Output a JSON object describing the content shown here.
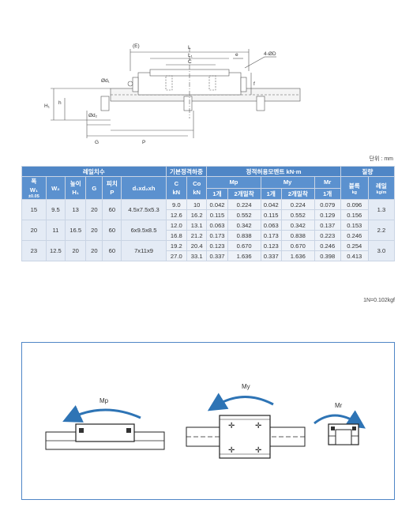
{
  "drawing": {
    "labels": {
      "e_paren": "(E)",
      "L": "L",
      "L1": "L₁",
      "C": "C",
      "e": "e",
      "hole_4d": "4-ØD",
      "d1": "Ød₁",
      "d2": "Ød₂",
      "H1": "H₁",
      "h": "h",
      "G": "G",
      "P": "P",
      "f": "f"
    }
  },
  "unit_note": "단위 : mm",
  "table": {
    "header": {
      "rail_dims": "레일치수",
      "basic_load": "기본정격하중",
      "static_moment": "정적허용모멘트 kN·m",
      "mass": "질량",
      "width_main": "폭",
      "width_sub": "W₁",
      "width_tol": "±0.05",
      "w2": "W₂",
      "height_main": "높이",
      "height_sub": "H₁",
      "g": "G",
      "pitch_main": "피치",
      "pitch_sub": "P",
      "dxdxh": "d₁xd₂xh",
      "c_main": "C",
      "c_unit": "kN",
      "c0_main": "Co",
      "c0_unit": "kN",
      "mp": "Mp",
      "my": "My",
      "mr": "Mr",
      "one": "1개",
      "two": "2개밀착",
      "mr_one": "1개",
      "block_main": "블록",
      "block_unit": "kg",
      "rail_main": "레일",
      "rail_unit": "kg/m"
    },
    "groups": [
      {
        "w1": "15",
        "w2": "9.5",
        "h1": "13",
        "g": "20",
        "p": "60",
        "dxh": "4.5x7.5x5.3",
        "rail_kg": "1.3",
        "rows": [
          {
            "c": "9.0",
            "c0": "10",
            "mp1": "0.042",
            "mp2": "0.224",
            "my1": "0.042",
            "my2": "0.224",
            "mr": "0.079",
            "block": "0.096"
          },
          {
            "c": "12.6",
            "c0": "16.2",
            "mp1": "0.115",
            "mp2": "0.552",
            "my1": "0.115",
            "my2": "0.552",
            "mr": "0.129",
            "block": "0.156"
          }
        ]
      },
      {
        "w1": "20",
        "w2": "11",
        "h1": "16.5",
        "g": "20",
        "p": "60",
        "dxh": "6x9.5x8.5",
        "rail_kg": "2.2",
        "rows": [
          {
            "c": "12.0",
            "c0": "13.1",
            "mp1": "0.063",
            "mp2": "0.342",
            "my1": "0.063",
            "my2": "0.342",
            "mr": "0.137",
            "block": "0.153"
          },
          {
            "c": "16.8",
            "c0": "21.2",
            "mp1": "0.173",
            "mp2": "0.838",
            "my1": "0.173",
            "my2": "0.838",
            "mr": "0.223",
            "block": "0.246"
          }
        ]
      },
      {
        "w1": "23",
        "w2": "12.5",
        "h1": "20",
        "g": "20",
        "p": "60",
        "dxh": "7x11x9",
        "rail_kg": "3.0",
        "rows": [
          {
            "c": "19.2",
            "c0": "20.4",
            "mp1": "0.123",
            "mp2": "0.670",
            "my1": "0.123",
            "my2": "0.670",
            "mr": "0.246",
            "block": "0.254"
          },
          {
            "c": "27.0",
            "c0": "33.1",
            "mp1": "0.337",
            "mp2": "1.636",
            "my1": "0.337",
            "my2": "1.636",
            "mr": "0.398",
            "block": "0.413"
          }
        ]
      }
    ]
  },
  "conversion_note": "1N=0.102kgf",
  "moment_diagram": {
    "mp": "Mp",
    "my": "My",
    "mr": "Mr"
  },
  "colors": {
    "header_blue": "#4f86c6",
    "cell_bg": "#eef2f8",
    "arrow_blue": "#2e74b5",
    "frame_blue": "#4f86c6"
  }
}
